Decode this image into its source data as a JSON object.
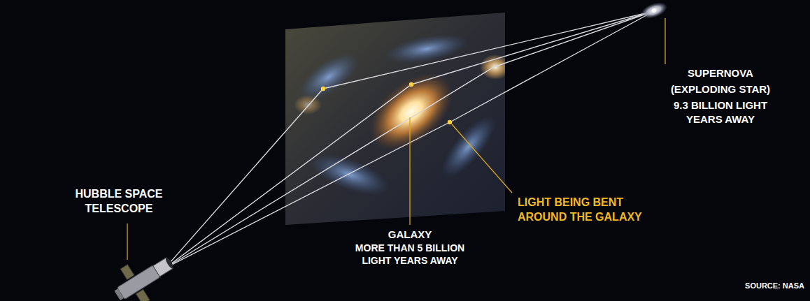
{
  "diagram": {
    "labels": [
      "HUBBLE SPACE TELESCOPE",
      "GALAXY",
      "MORE THAN 5 BILLION LIGHT YEARS AWAY",
      "SUPERNOVA",
      "(EXPLODING STAR)",
      "9.3 BILLION LIGHT YEARS AWAY",
      "LIGHT BEING BENT AROUND THE GALAXY",
      "SOURCE: NASA"
    ]
  }
}
